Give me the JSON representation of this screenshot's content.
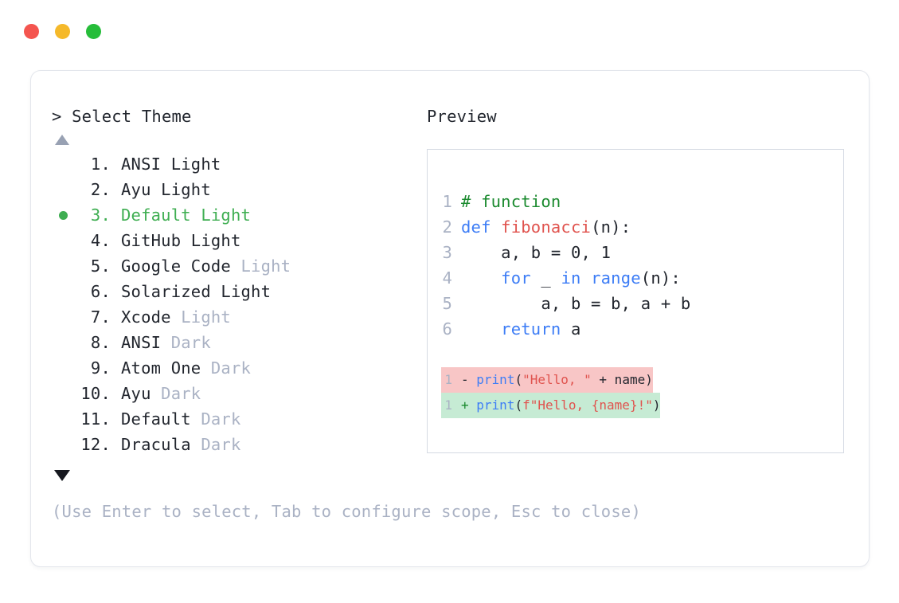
{
  "window": {
    "traffic_lights": [
      {
        "name": "close-button",
        "color": "#f4554f"
      },
      {
        "name": "minimize-button",
        "color": "#f5b92a"
      },
      {
        "name": "maximize-button",
        "color": "#26bd3a"
      }
    ]
  },
  "selector": {
    "prompt_caret": ">",
    "prompt_label": "Select Theme",
    "scroll_up_indicator": "▲",
    "scroll_down_indicator": "▼",
    "selected_bullet": "●",
    "selected_index": 3,
    "accent_color": "#3fae52",
    "items": [
      {
        "index": "1.",
        "name": "ANSI",
        "suffix": "Light",
        "suffix_muted": false,
        "selected": false
      },
      {
        "index": "2.",
        "name": "Ayu",
        "suffix": "Light",
        "suffix_muted": false,
        "selected": false
      },
      {
        "index": "3.",
        "name": "Default",
        "suffix": "Light",
        "suffix_muted": false,
        "selected": true
      },
      {
        "index": "4.",
        "name": "GitHub",
        "suffix": "Light",
        "suffix_muted": false,
        "selected": false
      },
      {
        "index": "5.",
        "name": "Google Code",
        "suffix": "Light",
        "suffix_muted": true,
        "selected": false
      },
      {
        "index": "6.",
        "name": "Solarized",
        "suffix": "Light",
        "suffix_muted": false,
        "selected": false
      },
      {
        "index": "7.",
        "name": "Xcode",
        "suffix": "Light",
        "suffix_muted": true,
        "selected": false
      },
      {
        "index": "8.",
        "name": "ANSI",
        "suffix": "Dark",
        "suffix_muted": true,
        "selected": false
      },
      {
        "index": "9.",
        "name": "Atom One",
        "suffix": "Dark",
        "suffix_muted": true,
        "selected": false
      },
      {
        "index": "10.",
        "name": "Ayu",
        "suffix": "Dark",
        "suffix_muted": true,
        "selected": false
      },
      {
        "index": "11.",
        "name": "Default",
        "suffix": "Dark",
        "suffix_muted": true,
        "selected": false
      },
      {
        "index": "12.",
        "name": "Dracula",
        "suffix": "Dark",
        "suffix_muted": true,
        "selected": false
      }
    ],
    "help_text": "(Use Enter to select, Tab to configure scope, Esc to close)"
  },
  "preview": {
    "title": "Preview",
    "code_lines": [
      {
        "number": "1",
        "tokens": [
          {
            "text": "# function",
            "type": "comment"
          }
        ]
      },
      {
        "number": "2",
        "tokens": [
          {
            "text": "def ",
            "type": "kw"
          },
          {
            "text": "fibonacci",
            "type": "fn"
          },
          {
            "text": "(n):",
            "type": "punct"
          }
        ]
      },
      {
        "number": "3",
        "tokens": [
          {
            "text": "    a, b = 0, 1",
            "type": "plain"
          }
        ]
      },
      {
        "number": "4",
        "tokens": [
          {
            "text": "    ",
            "type": "plain"
          },
          {
            "text": "for",
            "type": "kw"
          },
          {
            "text": " _ ",
            "type": "plain"
          },
          {
            "text": "in range",
            "type": "kw"
          },
          {
            "text": "(n):",
            "type": "punct"
          }
        ]
      },
      {
        "number": "5",
        "tokens": [
          {
            "text": "        a, b = b, a + b",
            "type": "plain"
          }
        ]
      },
      {
        "number": "6",
        "tokens": [
          {
            "text": "    ",
            "type": "plain"
          },
          {
            "text": "return",
            "type": "kw"
          },
          {
            "text": " a",
            "type": "plain"
          }
        ]
      }
    ],
    "diff": {
      "removed": {
        "number": "1",
        "sign": "-",
        "background": "#f8c6c6",
        "tokens": [
          {
            "text": "print",
            "type": "kw"
          },
          {
            "text": "(",
            "type": "punct"
          },
          {
            "text": "\"Hello, \"",
            "type": "str"
          },
          {
            "text": " + name)",
            "type": "plain"
          }
        ]
      },
      "added": {
        "number": "1",
        "sign": "+",
        "background": "#c6ebd4",
        "tokens": [
          {
            "text": "print",
            "type": "kw"
          },
          {
            "text": "(",
            "type": "punct"
          },
          {
            "text": "f\"Hello, {name}!\"",
            "type": "str"
          },
          {
            "text": ")",
            "type": "punct"
          }
        ]
      }
    }
  }
}
